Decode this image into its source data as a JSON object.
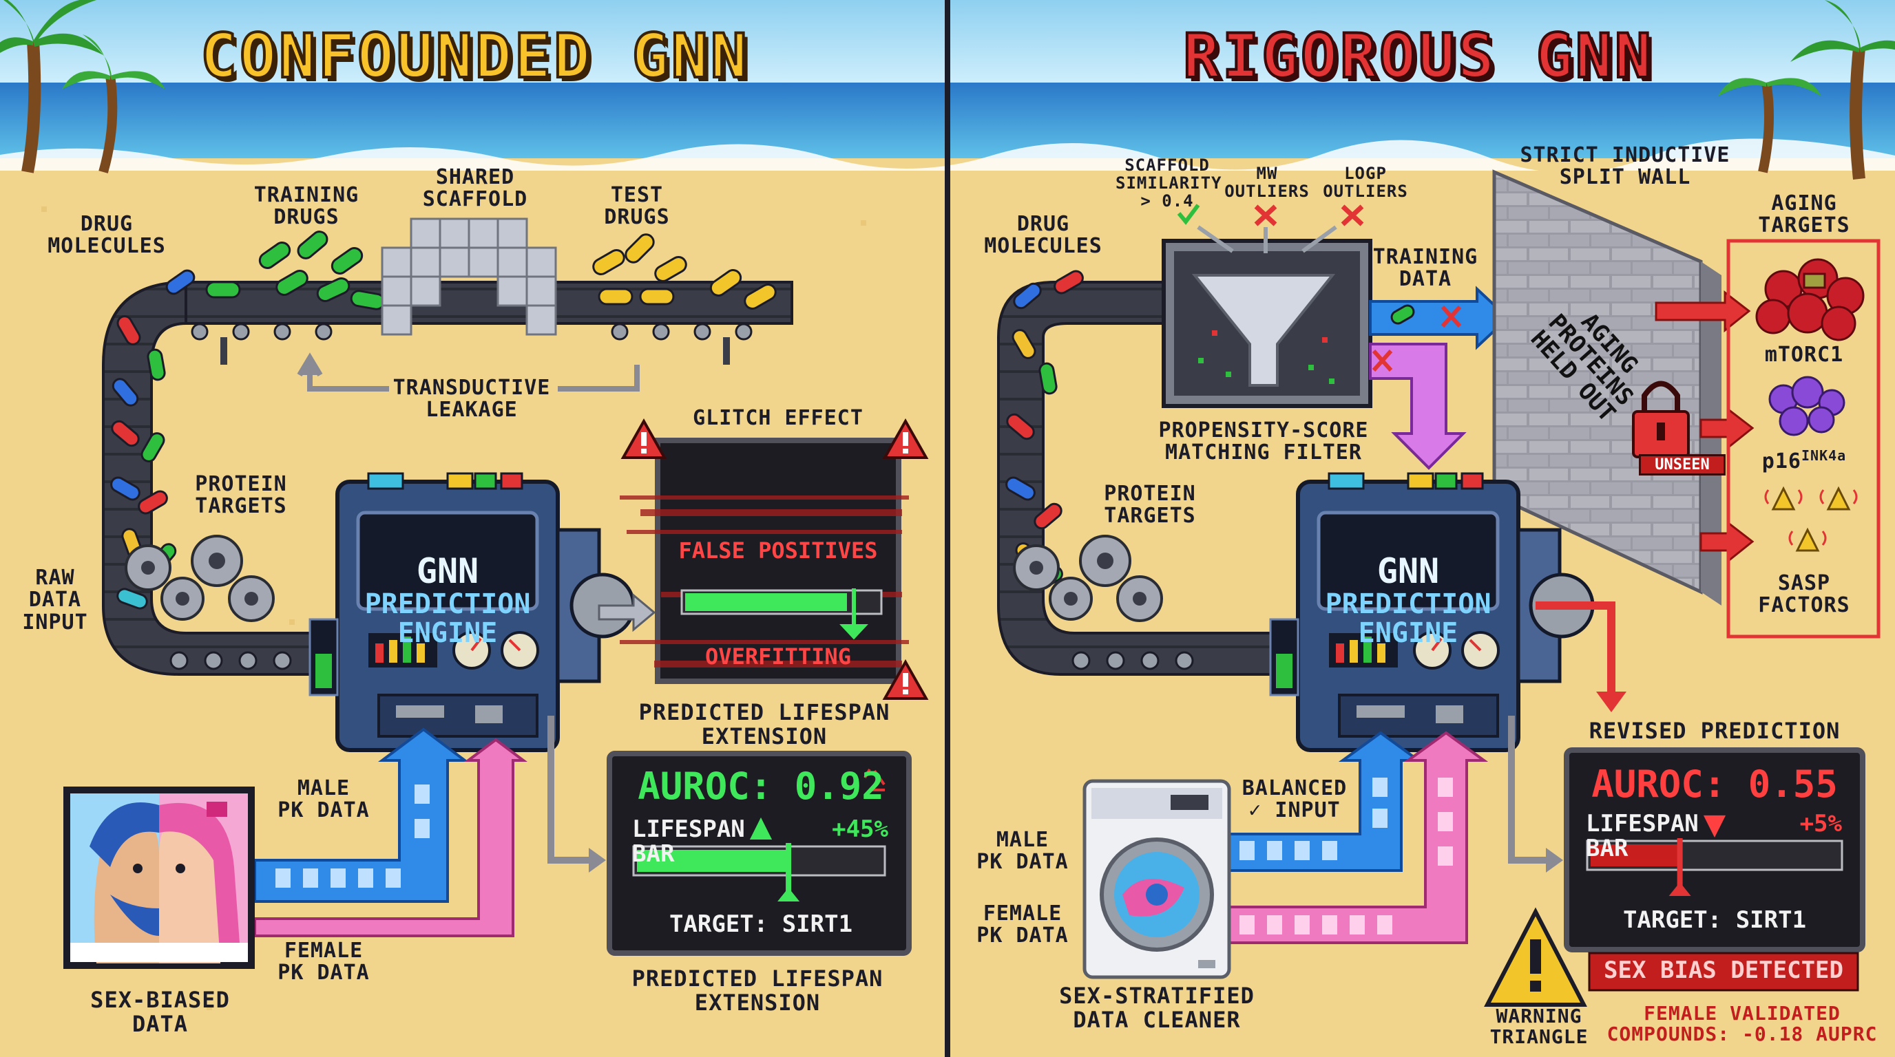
{
  "left": {
    "title": "CONFOUNDED GNN",
    "drug_molecules": "DRUG\nMOLECULES",
    "training_drugs": "TRAINING\nDRUGS",
    "shared_scaffold": "SHARED\nSCAFFOLD",
    "test_drugs": "TEST\nDRUGS",
    "transductive_leakage": "TRANSDUCTIVE\nLEAKAGE",
    "protein_targets": "PROTEIN\nTARGETS",
    "raw_data_input": "RAW\nDATA\nINPUT",
    "engine_line1": "GNN",
    "engine_line2": "PREDICTION\nENGINE",
    "glitch_effect": "GLITCH EFFECT",
    "false_positives": "FALSE POSITIVES",
    "overfitting": "OVERFITTING",
    "predicted_lifespan_top": "PREDICTED LIFESPAN\nEXTENSION",
    "auroc": "AUROC: 0.92",
    "lifespan_bar": "LIFESPAN BAR",
    "lifespan_pct": "+45%",
    "target": "TARGET: SIRT1",
    "predicted_lifespan_bottom": "PREDICTED LIFESPAN\nEXTENSION",
    "male_pk": "MALE\nPK DATA",
    "female_pk": "FEMALE\nPK DATA",
    "sex_biased": "SEX-BIASED\nDATA",
    "lifespan_fill": 0.62
  },
  "right": {
    "title": "RIGOROUS GNN",
    "drug_molecules": "DRUG\nMOLECULES",
    "scaffold_similarity": "SCAFFOLD\nSIMILARITY\n> 0.4",
    "mw_outliers": "MW\nOUTLIERS",
    "logp_outliers": "LOGP\nOUTLIERS",
    "training_data": "TRAINING\nDATA",
    "strict_split": "STRICT INDUCTIVE\nSPLIT WALL",
    "aging_proteins": "AGING\nPROTEINS\nHELD OUT",
    "unseen": "UNSEEN",
    "aging_targets": "AGING\nTARGETS",
    "mtorc1": "mTORC1",
    "p16": "p16",
    "p16_sup": "INK4a",
    "sasp": "SASP\nFACTORS",
    "propensity": "PROPENSITY-SCORE\nMATCHING FILTER",
    "protein_targets": "PROTEIN\nTARGETS",
    "engine_line1": "GNN",
    "engine_line2": "PREDICTION\nENGINE",
    "revised_prediction": "REVISED PREDICTION",
    "auroc": "AUROC: 0.55",
    "lifespan_bar": "LIFESPAN BAR",
    "lifespan_pct": "+5%",
    "target": "TARGET: SIRT1",
    "sex_bias": "SEX BIAS DETECTED",
    "balanced_input": "BALANCED\n✓ INPUT",
    "male_pk": "MALE\nPK DATA",
    "female_pk": "FEMALE\nPK DATA",
    "cleaner": "SEX-STRATIFIED\nDATA CLEANER",
    "warning_triangle": "WARNING\nTRIANGLE",
    "female_validated": "FEMALE VALIDATED\nCOMPOUNDS: -0.18 AUPRC",
    "lifespan_fill": 0.36
  }
}
